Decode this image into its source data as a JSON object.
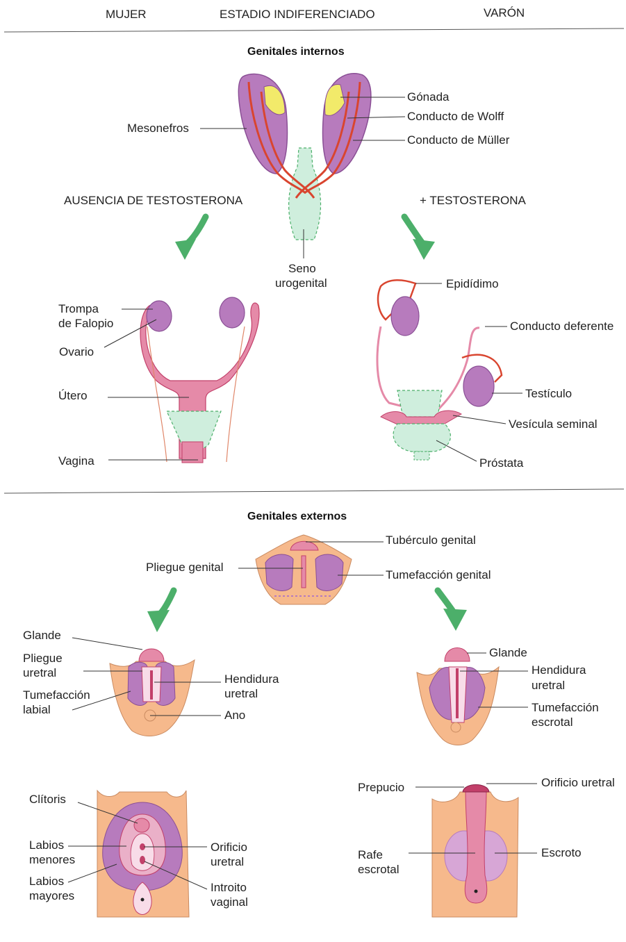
{
  "header": {
    "left": "MUJER",
    "center": "ESTADIO INDIFERENCIADO",
    "right": "VARÓN"
  },
  "internal": {
    "title": "Genitales internos",
    "indifferent": {
      "gonad": "Gónada",
      "wolff": "Conducto de Wolff",
      "muller": "Conducto de Müller",
      "mesonephros": "Mesonefros",
      "sinus_line1": "Seno",
      "sinus_line2": "urogenital"
    },
    "path_female": "AUSENCIA DE TESTOSTERONA",
    "path_male": "+ TESTOSTERONA",
    "female": {
      "tube_line1": "Trompa",
      "tube_line2": "de Falopio",
      "ovary": "Ovario",
      "uterus": "Útero",
      "vagina": "Vagina"
    },
    "male": {
      "epididymis": "Epidídimo",
      "vas": "Conducto deferente",
      "testis": "Testículo",
      "seminal": "Vesícula seminal",
      "prostate": "Próstata"
    }
  },
  "external": {
    "title": "Genitales externos",
    "indifferent": {
      "tubercle": "Tubérculo genital",
      "fold": "Pliegue genital",
      "swelling": "Tumefacción genital"
    },
    "female_mid": {
      "glans": "Glande",
      "fold_line1": "Pliegue",
      "fold_line2": "uretral",
      "swelling_line1": "Tumefacción",
      "swelling_line2": "labial",
      "cleft_line1": "Hendidura",
      "cleft_line2": "uretral",
      "anus": "Ano"
    },
    "male_mid": {
      "glans": "Glande",
      "cleft_line1": "Hendidura",
      "cleft_line2": "uretral",
      "swelling_line1": "Tumefacción",
      "swelling_line2": "escrotal"
    },
    "female_final": {
      "clitoris": "Clítoris",
      "minora_line1": "Labios",
      "minora_line2": "menores",
      "majora_line1": "Labios",
      "majora_line2": "mayores",
      "urethral_line1": "Orificio",
      "urethral_line2": "uretral",
      "introitus_line1": "Introito",
      "introitus_line2": "vaginal"
    },
    "male_final": {
      "prepuce": "Prepucio",
      "urethral": "Orificio uretral",
      "raphe_line1": "Rafe",
      "raphe_line2": "escrotal",
      "scrotum": "Escroto"
    }
  },
  "colors": {
    "purple": "#b77bbd",
    "purple_dark": "#8a4f95",
    "pink": "#e58aa8",
    "pink_dark": "#c2406a",
    "red_duct": "#d9452f",
    "yellow": "#f2ea6a",
    "green": "#cfeedd",
    "green_dark": "#4caf6a",
    "skin": "#f6b98c"
  }
}
